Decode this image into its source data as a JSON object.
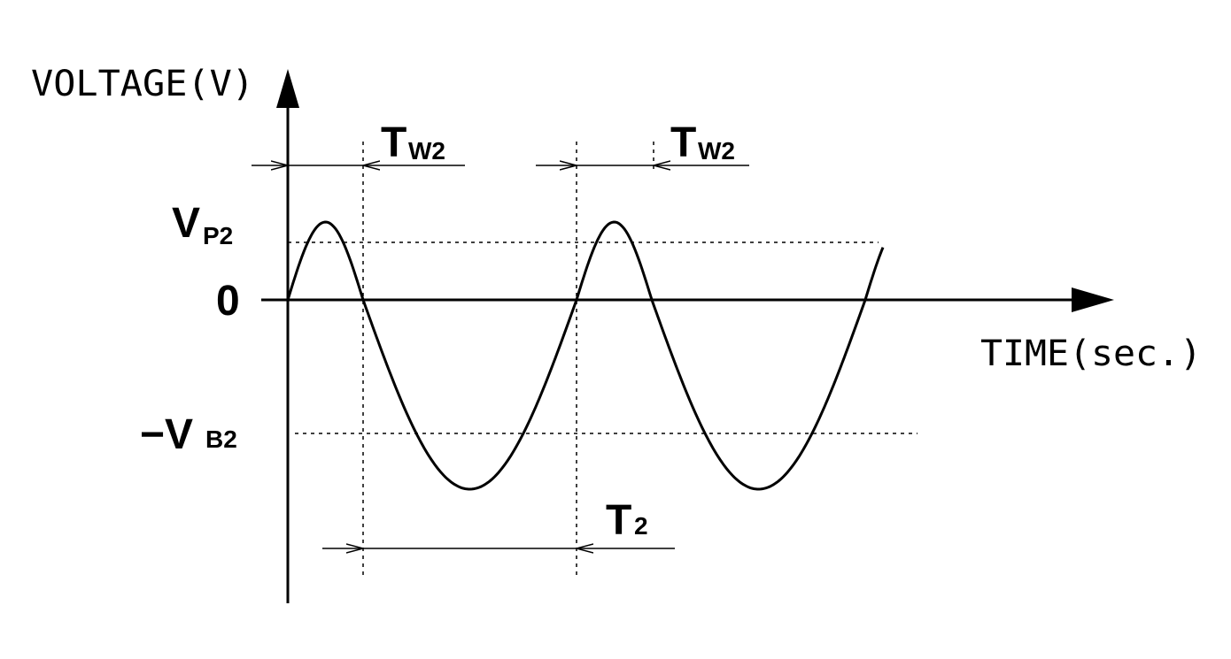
{
  "axes": {
    "y_title": "VOLTAGE(V)",
    "x_title": "TIME(sec.)"
  },
  "levels": {
    "peak": {
      "main": "V",
      "sub": "P2"
    },
    "zero": "0",
    "bottom": {
      "main": "−V",
      "sub": "B2"
    }
  },
  "intervals": {
    "pulse_width_1": {
      "main": "T",
      "sub": "W2"
    },
    "pulse_width_2": {
      "main": "T",
      "sub": "W2"
    },
    "period": {
      "main": "T",
      "sub": "2"
    }
  },
  "colors": {
    "ink": "#000000",
    "background": "#ffffff"
  }
}
